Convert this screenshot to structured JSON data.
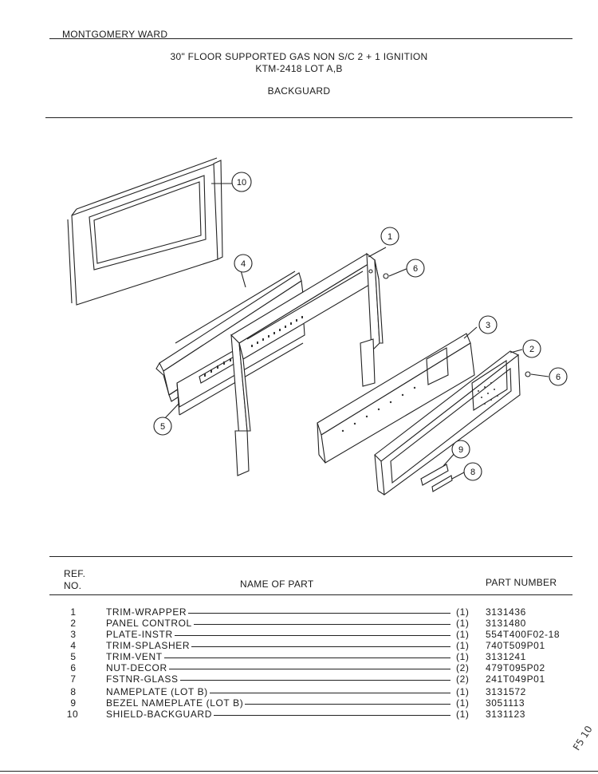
{
  "header": {
    "brand": "MONTGOMERY WARD",
    "title": "30\" FLOOR SUPPORTED GAS NON S/C 2 + 1 IGNITION",
    "model": "KTM-2418 LOT A,B",
    "section": "BACKGUARD"
  },
  "diagram": {
    "callouts": [
      "1",
      "2",
      "3",
      "4",
      "5",
      "6",
      "6",
      "8",
      "9",
      "10"
    ]
  },
  "table": {
    "col_ref_line1": "REF.",
    "col_ref_line2": "NO.",
    "col_name": "NAME OF PART",
    "col_part": "PART NUMBER",
    "rows": [
      {
        "no": "1",
        "name": "TRIM-WRAPPER",
        "qty": "(1)",
        "part": "3131436"
      },
      {
        "no": "2",
        "name": "PANEL CONTROL",
        "qty": "(1)",
        "part": "3131480"
      },
      {
        "no": "3",
        "name": "PLATE-INSTR",
        "qty": "(1)",
        "part": "554T400F02-18"
      },
      {
        "no": "4",
        "name": "TRIM-SPLASHER",
        "qty": "(1)",
        "part": "740T509P01"
      },
      {
        "no": "5",
        "name": "TRIM-VENT",
        "qty": "(1)",
        "part": "3131241"
      },
      {
        "no": "6",
        "name": "NUT-DECOR",
        "qty": "(2)",
        "part": "479T095P02"
      },
      {
        "no": "7",
        "name": "FSTNR-GLASS",
        "qty": "(2)",
        "part": "241T049P01"
      },
      {
        "no": "8",
        "name": "NAMEPLATE (LOT B)",
        "qty": "(1)",
        "part": "3131572"
      },
      {
        "no": "9",
        "name": "BEZEL NAMEPLATE (LOT B)",
        "qty": "(1)",
        "part": "3051113"
      },
      {
        "no": "10",
        "name": "SHIELD-BACKGUARD",
        "qty": "(1)",
        "part": "3131123"
      }
    ]
  },
  "footer": {
    "handwritten": "F5 10"
  }
}
